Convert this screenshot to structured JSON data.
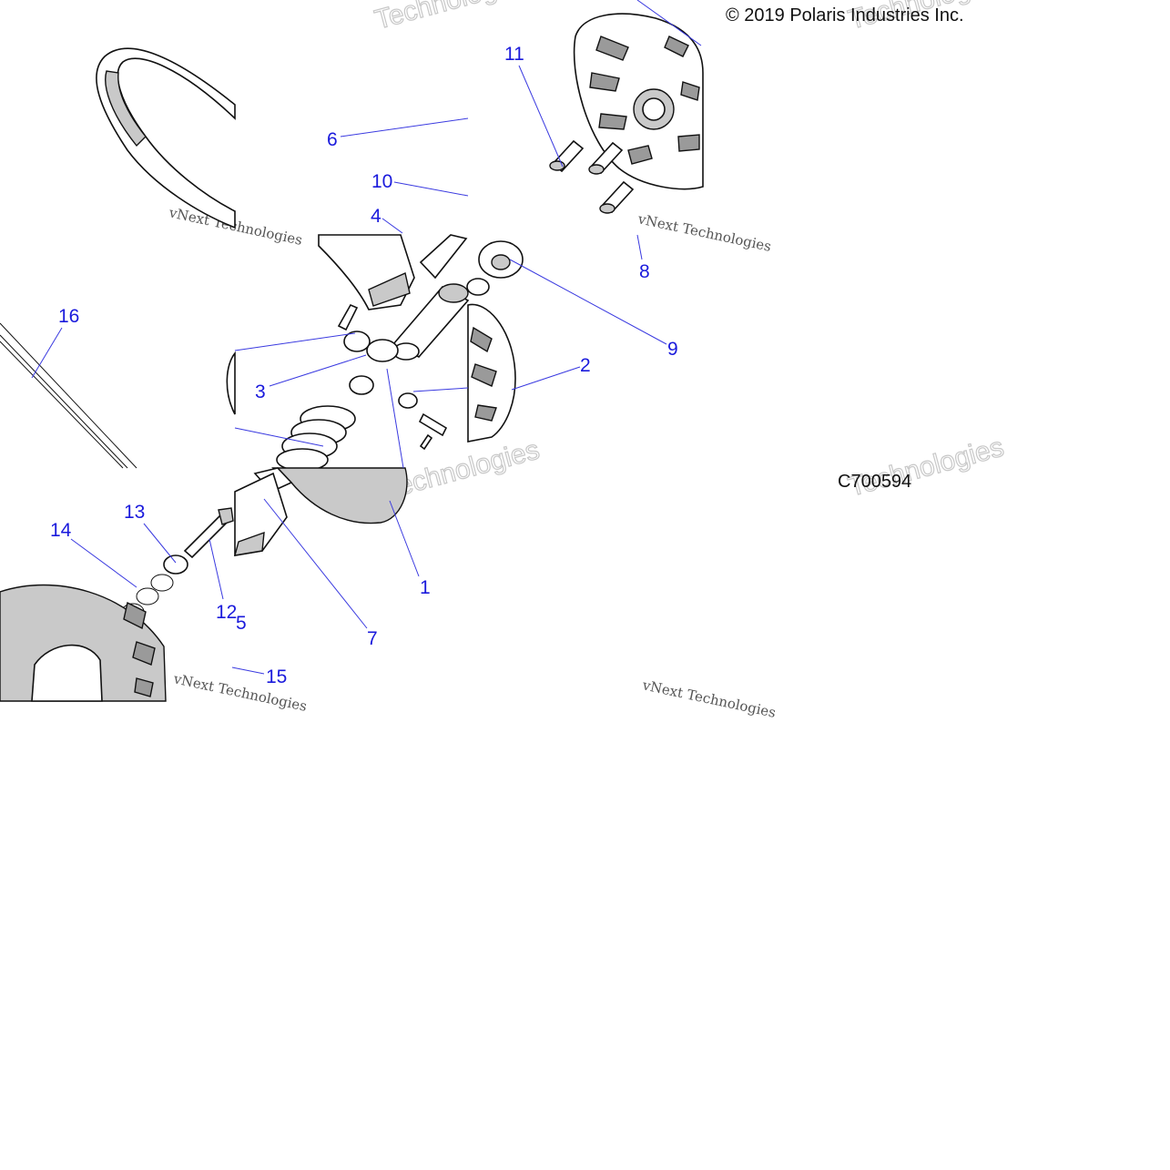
{
  "copyright": "© 2019 Polaris Industries Inc.",
  "diagram_code": "C700594",
  "watermark": {
    "line1": "vNext Technologies",
    "line2": "Technologies"
  },
  "callouts": [
    "1",
    "2",
    "3",
    "4",
    "5",
    "6",
    "7",
    "8",
    "9",
    "10",
    "11",
    "12",
    "13",
    "14",
    "15",
    "16"
  ],
  "colors": {
    "callout": "#1a1adc",
    "leader": "#3a3ae0",
    "part_shade": "#c9c9c9"
  }
}
